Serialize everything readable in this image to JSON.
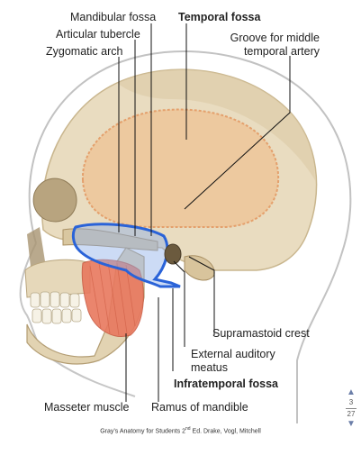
{
  "labels": {
    "mandibular_fossa": "Mandibular fossa",
    "articular_tubercle": "Articular tubercle",
    "zygomatic_arch": "Zygomatic arch",
    "temporal_fossa": "Temporal fossa",
    "groove_line1": "Groove for middle",
    "groove_line2": "temporal artery",
    "supramastoid_crest": "Supramastoid crest",
    "external_auditory_line1": "External auditory",
    "external_auditory_line2": "meatus",
    "infratemporal_fossa": "Infratemporal fossa",
    "masseter_muscle": "Masseter muscle",
    "ramus_of_mandible": "Ramus of mandible"
  },
  "caption": {
    "prefix": "Gray’s Anatomy for Students 2",
    "superscript": "nd",
    "suffix": " Ed. Drake, Vogl, Mitchell"
  },
  "pager": {
    "current": "3",
    "total": "27",
    "up_icon": "triangle-up-icon",
    "down_icon": "triangle-down-icon"
  },
  "colors": {
    "skull_fill": "#e9dcc0",
    "temporal_fossa_fill": "#eec79c",
    "temporal_fossa_outline": "#e49a64",
    "head_outline": "#b8b8b8",
    "masseter": "#e8785e",
    "infratemporal_outline": "#2a63d8",
    "leader_line": "#111111",
    "pager_arrow": "#6b7ea8"
  }
}
